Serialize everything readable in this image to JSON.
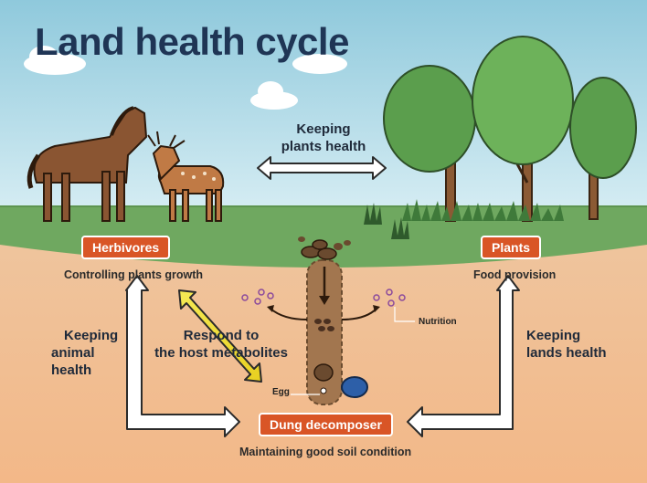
{
  "title": "Land health cycle",
  "nodes": {
    "herbivores": {
      "label": "Herbivores",
      "caption": "Controlling plants growth"
    },
    "plants": {
      "label": "Plants",
      "caption": "Food provision"
    },
    "dung": {
      "label": "Dung decomposer",
      "caption": "Maintaining good soil condition"
    }
  },
  "relations": {
    "top_line1": "Keeping",
    "top_line2": "plants health",
    "left_line1": "Keeping",
    "left_line2": "animal health",
    "right_line1": "Keeping",
    "right_line2": "lands health",
    "middle_line1": "Respond to",
    "middle_line2": "the host metabolites"
  },
  "annotations": {
    "nutrition": "Nutrition",
    "egg": "Egg"
  },
  "colors": {
    "sky": "#a9d6e5",
    "ground": "#e8b88a",
    "grass": "#6fa860",
    "pill": "#d95526",
    "title": "#1f3555",
    "arrow_highlight": "#f2e33a"
  }
}
